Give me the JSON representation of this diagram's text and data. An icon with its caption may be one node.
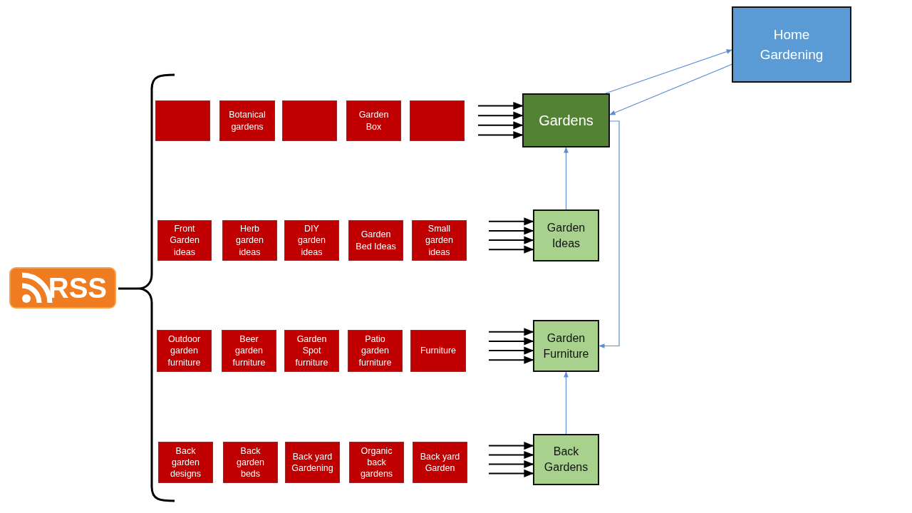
{
  "diagram": {
    "nodes": [
      {
        "text": [
          "RSS"
        ]
      },
      {
        "text": [
          "Home Gardening"
        ]
      },
      {
        "text": [],
        "shape": "box"
      },
      {
        "text": [
          "Botanical gardens"
        ]
      },
      {
        "text": [],
        "shape": "box"
      },
      {
        "text": [
          "Garden Box"
        ]
      },
      {
        "text": [],
        "shape": "box"
      },
      {
        "text": [
          "Gardens"
        ]
      },
      {
        "text": [
          "Front Garden ideas"
        ]
      },
      {
        "text": [
          "Herb garden ideas"
        ]
      },
      {
        "text": [
          "DIY garden ideas"
        ]
      },
      {
        "text": [
          "Garden Bed Ideas"
        ]
      },
      {
        "text": [
          "Small garden ideas"
        ]
      },
      {
        "text": [
          "Garden Ideas"
        ]
      },
      {
        "text": [
          "Outdoor garden furniture"
        ]
      },
      {
        "text": [
          "Beer garden furniture"
        ]
      },
      {
        "text": [
          "Garden Spot furniture"
        ]
      },
      {
        "text": [
          "Patio garden furniture"
        ]
      },
      {
        "text": [
          "Furniture"
        ]
      },
      {
        "text": [
          "Garden Furniture"
        ]
      },
      {
        "text": [
          "Back garden designs"
        ]
      },
      {
        "text": [
          "Back garden beds"
        ]
      },
      {
        "text": [
          "Back yard Gardening"
        ]
      },
      {
        "text": [
          "Organic back gardens"
        ]
      },
      {
        "text": [
          "Back yard Garden"
        ]
      },
      {
        "text": [
          "Back Gardens"
        ]
      }
    ],
    "edges": [
      {
        "from": null,
        "to": 7,
        "arrow": "to"
      },
      {
        "from": null,
        "to": 7,
        "arrow": "to"
      },
      {
        "from": null,
        "to": 7,
        "arrow": "to"
      },
      {
        "from": null,
        "to": 7,
        "arrow": "to"
      },
      {
        "from": null,
        "to": 13,
        "arrow": "to"
      },
      {
        "from": null,
        "to": 13,
        "arrow": "to"
      },
      {
        "from": null,
        "to": 13,
        "arrow": "to"
      },
      {
        "from": null,
        "to": 13,
        "arrow": "to"
      },
      {
        "from": null,
        "to": 19,
        "arrow": "to"
      },
      {
        "from": null,
        "to": 19,
        "arrow": "to"
      },
      {
        "from": null,
        "to": 19,
        "arrow": "to"
      },
      {
        "from": null,
        "to": 19,
        "arrow": "to"
      },
      {
        "from": null,
        "to": 25,
        "arrow": "to"
      },
      {
        "from": null,
        "to": 25,
        "arrow": "to"
      },
      {
        "from": null,
        "to": 25,
        "arrow": "to"
      },
      {
        "from": null,
        "to": 25,
        "arrow": "to"
      },
      {
        "from": 13,
        "to": 7,
        "arrow": "to",
        "color": "#5b8fd0"
      },
      {
        "from": 25,
        "to": 19,
        "arrow": "to",
        "color": "#5b8fd0"
      },
      {
        "from": 7,
        "to": 19,
        "arrow": "to",
        "color": "#5b8fd0"
      },
      {
        "from": 7,
        "to": 1,
        "arrow": "to",
        "color": "#5b8fd0"
      },
      {
        "from": 1,
        "to": 7,
        "arrow": "to",
        "color": "#5b8fd0"
      }
    ]
  }
}
